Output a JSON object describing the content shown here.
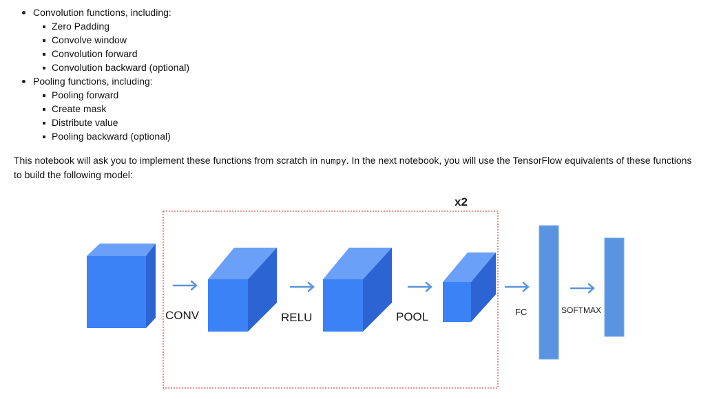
{
  "lists": [
    {
      "label": "Convolution functions, including:",
      "items": [
        "Zero Padding",
        "Convolve window",
        "Convolution forward",
        "Convolution backward (optional)"
      ]
    },
    {
      "label": "Pooling functions, including:",
      "items": [
        "Pooling forward",
        "Create mask",
        "Distribute value",
        "Pooling backward (optional)"
      ]
    }
  ],
  "paragraph": {
    "before_code": "This notebook will ask you to implement these functions from scratch in ",
    "code": "numpy",
    "after_code": ". In the next notebook, you will use the TensorFlow equivalents of these functions to build the following model:"
  },
  "diagram": {
    "repeat_label": "x2",
    "labels": {
      "conv": "CONV",
      "relu": "RELU",
      "pool": "POOL",
      "fc": "FC",
      "softmax": "SOFTMAX"
    },
    "colors": {
      "cube_front": "#3b82f6",
      "cube_top": "#6aa0f8",
      "cube_side": "#2d64d4",
      "arrow": "#5a95dc",
      "repeat_box": "#e05050",
      "repeat_label": "#e02020"
    }
  }
}
